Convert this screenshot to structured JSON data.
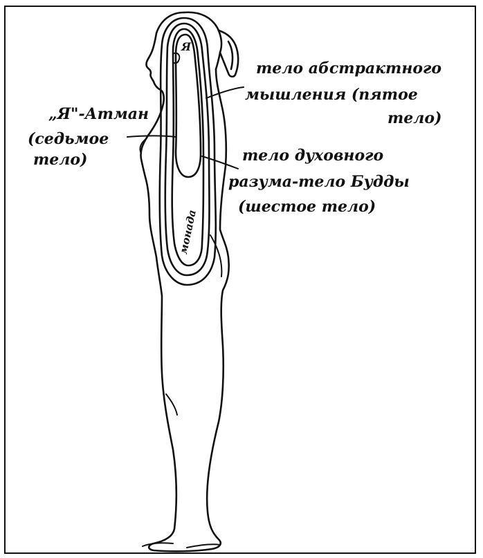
{
  "diagram": {
    "inner_labels": {
      "ya": "Я",
      "monad": "монада"
    },
    "annotations": {
      "atman": {
        "line1": "„Я\"-Атман",
        "line2": "(седьмое",
        "line3": "тело)"
      },
      "abstract_mind": {
        "line1": "тело абстрактного",
        "line2": "мышления (пятое",
        "line3": "тело)"
      },
      "buddhi": {
        "line1": "тело духовного",
        "line2": "разума-тело Будды",
        "line3": "(шестое тело)"
      }
    },
    "colors": {
      "ink": "#111111",
      "paper": "#ffffff"
    }
  }
}
